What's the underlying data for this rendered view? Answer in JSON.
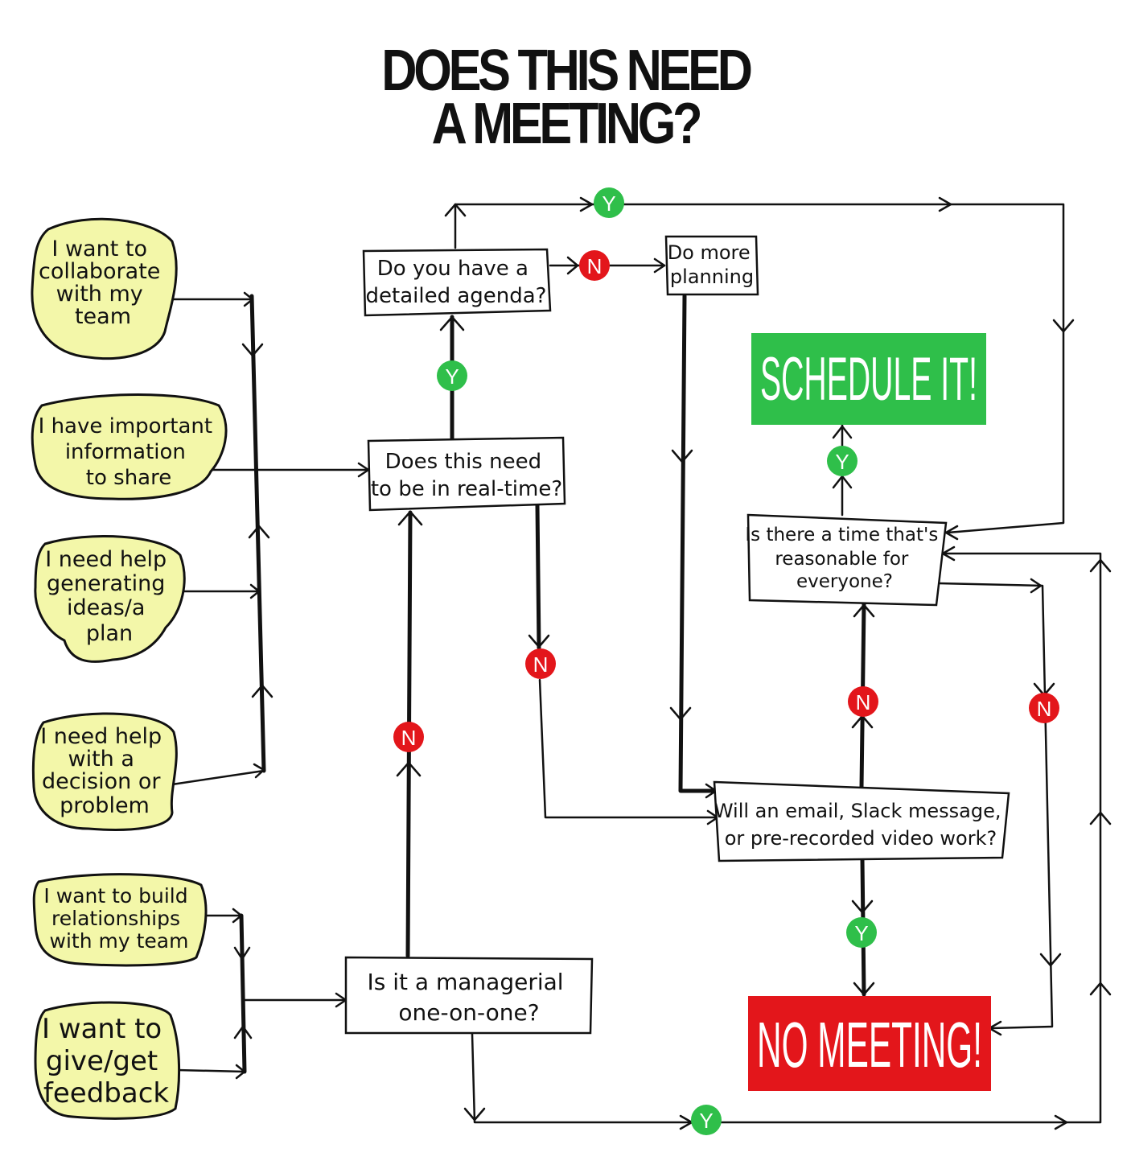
{
  "title": {
    "line1": "DOES THIS NEED",
    "line2": "A MEETING?"
  },
  "starts": [
    {
      "lines": [
        "I want to",
        "collaborate",
        "with my",
        "team"
      ]
    },
    {
      "lines": [
        "I have important",
        "information",
        "to share"
      ]
    },
    {
      "lines": [
        "I need help",
        "generating",
        "ideas/a",
        "plan"
      ]
    },
    {
      "lines": [
        "I need help",
        "with a",
        "decision or",
        "problem"
      ]
    },
    {
      "lines": [
        "I want to build",
        "relationships",
        "with my team"
      ]
    },
    {
      "lines": [
        "I want to",
        "give/get",
        "feedback"
      ]
    }
  ],
  "questions": {
    "agenda": [
      "Do you have a",
      "detailed agenda?"
    ],
    "planning": [
      "Do more",
      "planning"
    ],
    "realtime": [
      "Does this need",
      "to be in real-time?"
    ],
    "time": [
      "Is there a time that's",
      "reasonable for",
      "everyone?"
    ],
    "async": [
      "Will an email, Slack message,",
      "or pre-recorded video work?"
    ],
    "managerial": [
      "Is it a managerial",
      "one-on-one?"
    ]
  },
  "outcomes": {
    "schedule": "SCHEDULE IT!",
    "no_meeting": "NO MEETING!"
  },
  "badges": {
    "yes": "Y",
    "no": "N"
  },
  "colors": {
    "yes": "#2fbf4a",
    "no": "#e3161b",
    "start_fill": "#f3f7a9"
  }
}
